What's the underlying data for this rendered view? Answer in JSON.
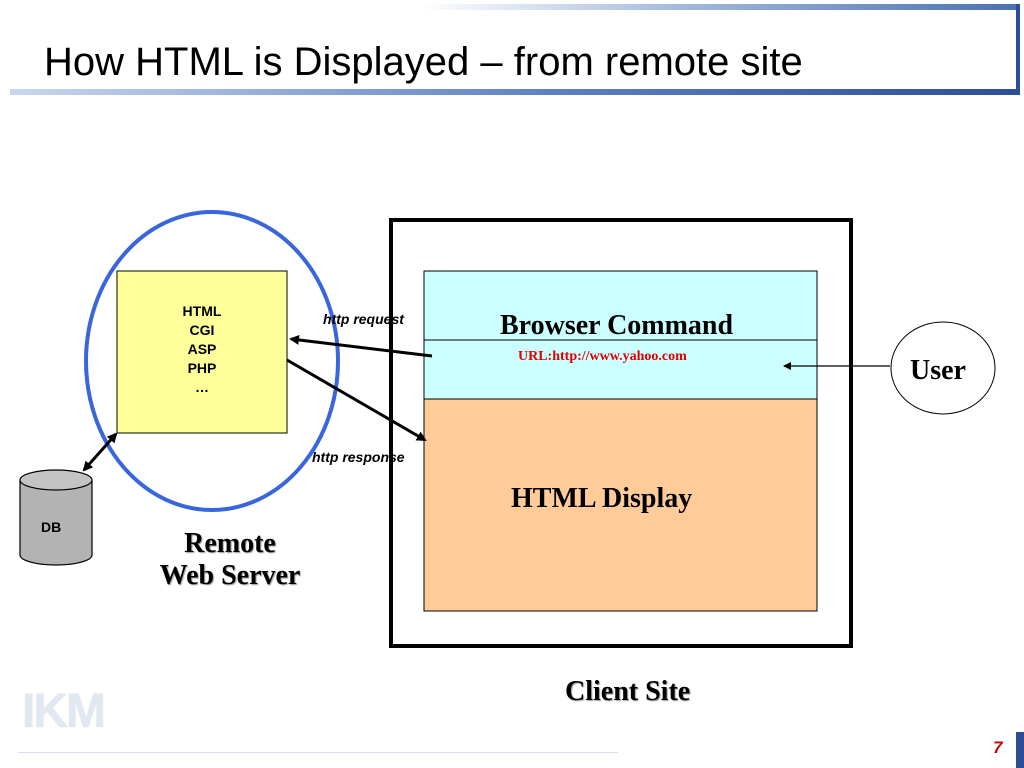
{
  "slide": {
    "title": "How HTML is Displayed  –  from remote site",
    "page_number": "7"
  },
  "server_box": {
    "lines": [
      "HTML",
      "CGI",
      "ASP",
      "PHP",
      "…"
    ]
  },
  "database": {
    "label": "DB"
  },
  "remote_server": {
    "label_line1": "Remote",
    "label_line2": "Web Server"
  },
  "arrows": {
    "request_label": "http request",
    "response_label": "http response"
  },
  "browser": {
    "command_label": "Browser Command",
    "url": "URL:http://www.yahoo.com",
    "display_label": "HTML Display"
  },
  "client": {
    "label": "Client Site"
  },
  "user": {
    "label": "User"
  },
  "logo": {
    "text": "IKM"
  },
  "colors": {
    "server_fill": "#ffff99",
    "browser_command_fill": "#ccffff",
    "display_fill": "#ffcc99",
    "circle_stroke": "#3a66dd",
    "url_text": "#e00000",
    "db_fill": "#b3b3b3",
    "accent": "#2c4f93"
  }
}
